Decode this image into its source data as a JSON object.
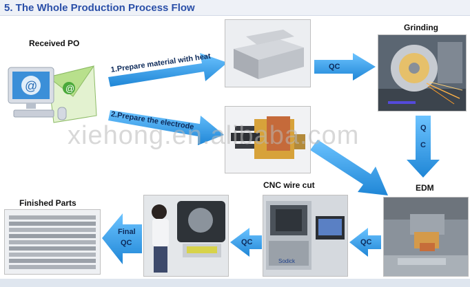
{
  "title": "5. The Whole Production Process Flow",
  "labels": {
    "received_po": "Received PO",
    "grinding": "Grinding",
    "edm": "EDM",
    "cnc_wire_cut": "CNC wire cut",
    "finished_parts": "Finished Parts"
  },
  "arrows": {
    "prepare_material": "1.Prepare material with heat",
    "prepare_electrode": "2.Prepare the electrode",
    "qc_top": "QC",
    "qc_vertical_1": "Q",
    "qc_vertical_2": "C",
    "qc_edm": "QC",
    "qc_cnc": "QC",
    "final_qc_1": "Final",
    "final_qc_2": "QC"
  },
  "watermark": "xiehong.en.alibaba.com",
  "colors": {
    "arrow_blue": "#2f9be8",
    "title_blue": "#2a4fa8"
  }
}
